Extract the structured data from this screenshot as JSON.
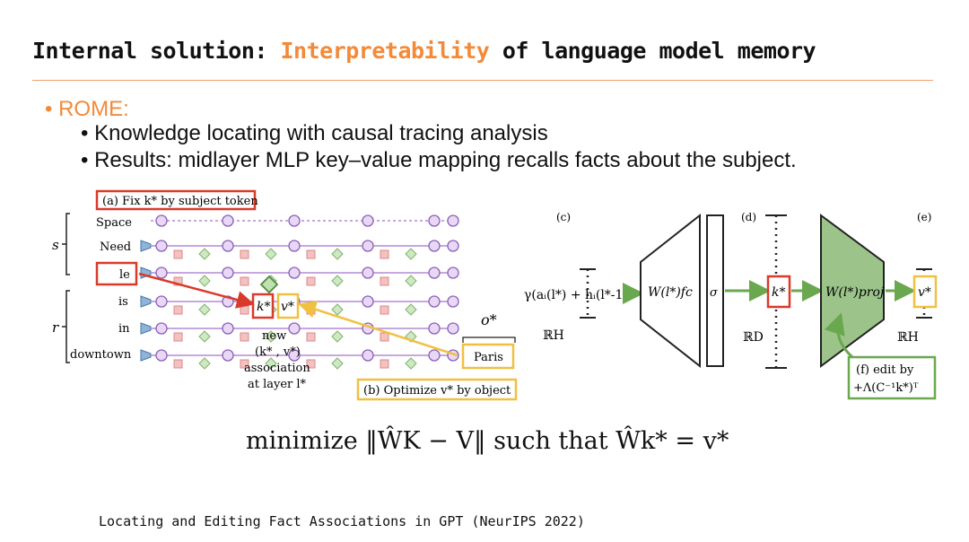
{
  "title": {
    "prefix": "Internal solution: ",
    "highlight": "Interpretability",
    "suffix": " of language model memory"
  },
  "bullets": {
    "main": "ROME:",
    "sub": [
      "Knowledge locating with causal tracing analysis",
      "Results: midlayer MLP key–value mapping recalls facts about the subject."
    ]
  },
  "figure": {
    "box_a": "(a) Fix k* by subject token",
    "box_b": "(b) Optimize v* by object",
    "tokens": [
      "Space",
      "Need",
      "le",
      "is",
      "in",
      "downtown"
    ],
    "brace_s": "s",
    "brace_r": "r",
    "k_label": "k*",
    "v_label": "v*",
    "assoc": [
      "new",
      "(k* , v*)",
      "association",
      "at layer l*"
    ],
    "object_label": "o*",
    "object_value": "Paris",
    "panel_c": "(c)",
    "panel_d": "(d)",
    "panel_e": "(e)",
    "gamma": "γ(aᵢ(l*) + hᵢ(l*-1))",
    "w_fc": "W(l*)fc",
    "sigma": "σ",
    "w_proj": "W(l*)proj",
    "rh_left": "ℝH",
    "rd": "ℝD",
    "rh_right": "ℝH",
    "edit_line1": "(f) edit by",
    "edit_line2": "+Λ(C⁻¹k*)ᵀ"
  },
  "formula": "minimize ‖ŴK − V‖ such that Ŵk* = v*",
  "citation": "Locating and Editing Fact Associations in GPT (NeurIPS 2022)",
  "colors": {
    "accent": "#f28a3a",
    "red": "#d93a2b",
    "yellow": "#f0c040",
    "green": "#6aa84f"
  }
}
